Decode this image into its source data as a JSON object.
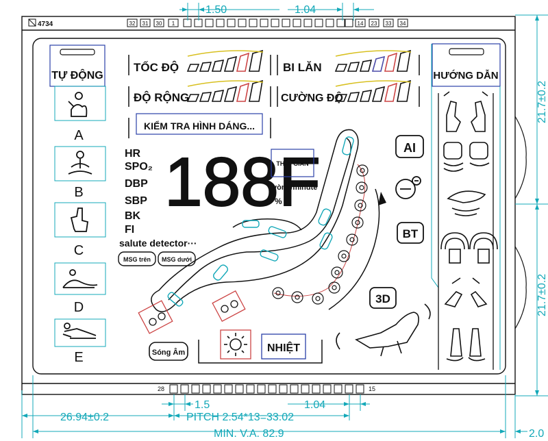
{
  "part_number": "4734",
  "top_pins_left": [
    "32",
    "31",
    "30",
    "1"
  ],
  "top_pins_right": [
    "14",
    "23",
    "33",
    "34"
  ],
  "bottom_pins": {
    "left": "28",
    "right": "15"
  },
  "dimensions": {
    "top_pitch_left": "1.50",
    "top_pitch_right": "1.04",
    "bottom_pitch_left": "1.5",
    "bottom_pitch_right": "1.04",
    "left_offset": "26.94±0.2",
    "pitch": "PITCH  2.54*13=33.02",
    "view_area": "MIN. V.A. 82.9",
    "right_height_top": "21.7±0.2",
    "right_height_bottom": "21.7±0.2",
    "right_edge": "2.0"
  },
  "lcd": {
    "auto_label": "TỰ ĐỘNG",
    "guide_label": "HƯỚNG DẪN",
    "modes": [
      "A",
      "B",
      "C",
      "D",
      "E"
    ],
    "speed_label": "TỐC ĐỘ",
    "ball_label": "BI LĂN",
    "width_label": "ĐỘ RỘNG",
    "intensity_label": "CƯỜNG ĐỘ",
    "body_check_label": "KIỂM TRA HÌNH DÁNG...",
    "vitals": [
      "HR",
      "SPO₂",
      "DBP",
      "SBP",
      "BK",
      "FI"
    ],
    "segment_digits": "188F",
    "time_label": "THỜI GIAN",
    "rate_unit": "vòng/minute",
    "percent": "%",
    "salute_label": "salute detector···",
    "msg_top": "MSG trên",
    "msg_bottom": "MSG dưới",
    "ai_label": "AI",
    "bt_label": "BT",
    "three_d_label": "3D",
    "sound_label": "Sóng Âm",
    "heat_label": "NHIỆT"
  }
}
